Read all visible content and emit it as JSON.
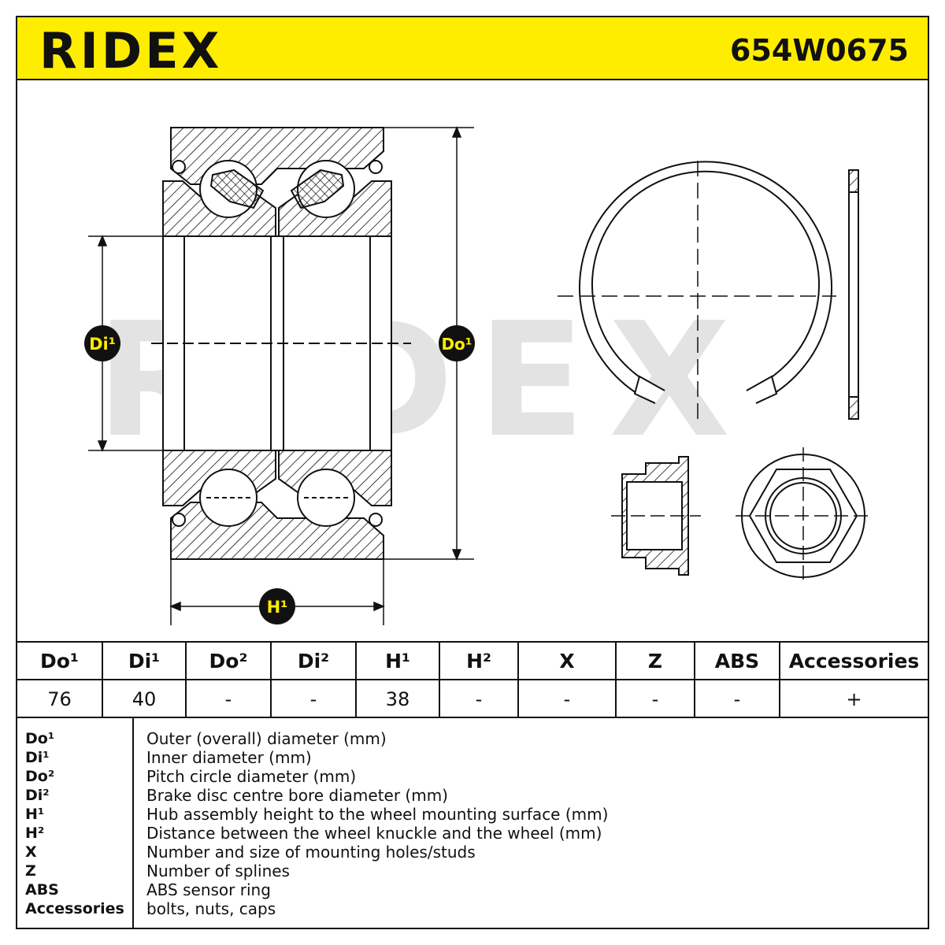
{
  "header": {
    "brand": "RIDEX",
    "part_number": "654W0675",
    "background_color": "#ffed00"
  },
  "drawing": {
    "watermark": "RIDEX",
    "dimension_labels": {
      "di1": "Di¹",
      "do1": "Do¹",
      "h1": "H¹"
    }
  },
  "spec_table": {
    "headers": [
      "Do¹",
      "Di¹",
      "Do²",
      "Di²",
      "H¹",
      "H²",
      "X",
      "Z",
      "ABS",
      "Accessories"
    ],
    "values": [
      "76",
      "40",
      "-",
      "-",
      "38",
      "-",
      "-",
      "-",
      "-",
      "+"
    ]
  },
  "legend": {
    "items": [
      {
        "key": "Do¹",
        "description": "Outer (overall) diameter (mm)"
      },
      {
        "key": "Di¹",
        "description": "Inner diameter (mm)"
      },
      {
        "key": "Do²",
        "description": "Pitch circle diameter (mm)"
      },
      {
        "key": "Di²",
        "description": "Brake disc centre bore diameter (mm)"
      },
      {
        "key": "H¹",
        "description": "Hub assembly height to the wheel mounting surface (mm)"
      },
      {
        "key": "H²",
        "description": "Distance between the wheel knuckle and the wheel (mm)"
      },
      {
        "key": "X",
        "description": "Number and size of mounting holes/studs"
      },
      {
        "key": "Z",
        "description": "Number of splines"
      },
      {
        "key": "ABS",
        "description": "ABS sensor ring"
      },
      {
        "key": "Accessories",
        "description": "bolts, nuts, caps"
      }
    ]
  }
}
